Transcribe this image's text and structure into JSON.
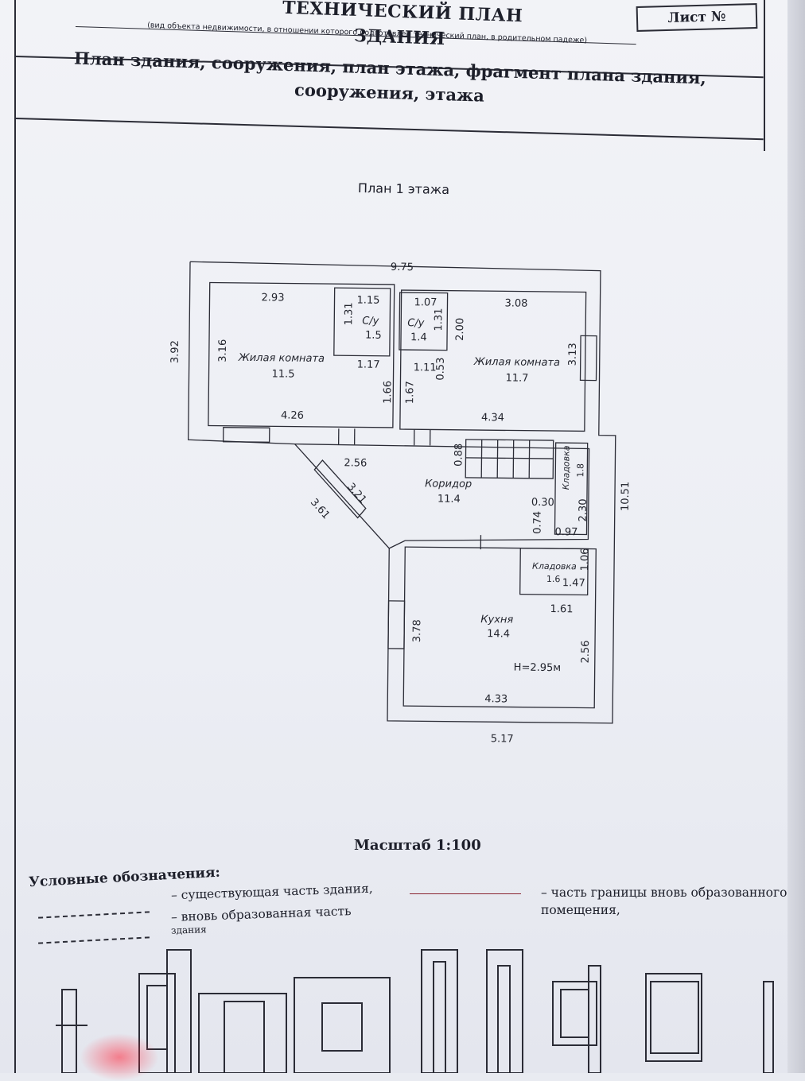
{
  "header": {
    "sheet_no_label": "Лист №",
    "title_line1": "ТЕХНИЧЕСКИЙ ПЛАН",
    "title_line2": "ЗДАНИЯ",
    "object_caption": "(вид объекта недвижимости, в отношении которого подготовлен технический план, в родительном падеже)",
    "section_heading": "План здания, сооружения, план этажа, фрагмент плана здания, сооружения, этажа"
  },
  "plan": {
    "title": "План 1 этажа",
    "overall_dims": {
      "top": "9.75",
      "left": "3.92",
      "right": "10.51",
      "bottom": "5.17"
    },
    "rooms": [
      {
        "name": "Жилая комната",
        "area": "11.5"
      },
      {
        "name": "С/у",
        "area": "1.5"
      },
      {
        "name": "С/у",
        "area": "1.4"
      },
      {
        "name": "Жилая комната",
        "area": "11.7"
      },
      {
        "name": "Коридор",
        "area": "11.4"
      },
      {
        "name": "Кладовка",
        "area": "1.8"
      },
      {
        "name": "Кладовка",
        "area": "1.6"
      },
      {
        "name": "Кухня",
        "area": "14.4"
      }
    ],
    "dims": {
      "room1_top": "2.93",
      "room1_left": "3.16",
      "room1_bottom": "4.26",
      "room1_right": "1.66",
      "wc1_top": "1.15",
      "wc1_side": "1.31",
      "wc1_bottom": "1.17",
      "wc2_top": "1.07",
      "wc2_side": "1.31",
      "wc2_bottom": "1.11",
      "wc2_inner": "0.53",
      "room2_top": "3.08",
      "room2_left": "2.00",
      "room2_right": "3.13",
      "room2_bottom": "4.34",
      "corr_side": "1.67",
      "corr_top": "2.56",
      "corr_diag_inner": "3.21",
      "corr_diag_outer": "3.61",
      "corr_stair": "0.88",
      "storage1_inner": "0.30",
      "storage1_side": "2.30",
      "storage1_small": "0.74",
      "storage1_bottom": "0.97",
      "storage2_side": "1.06",
      "storage2_bottom": "1.47",
      "kitchen_left": "3.78",
      "kitchen_top": "1.61",
      "kitchen_right": "2.56",
      "kitchen_bottom": "4.33",
      "height": "H=2.95м"
    }
  },
  "scale_label": "Масштаб 1:100",
  "legend": {
    "title": "Условные обозначения:",
    "item_existing": "– существующая часть здания,",
    "item_new": "– вновь образованная часть",
    "item_partial": "здания",
    "item_boundary": "– часть границы вновь образованного помещения,"
  }
}
